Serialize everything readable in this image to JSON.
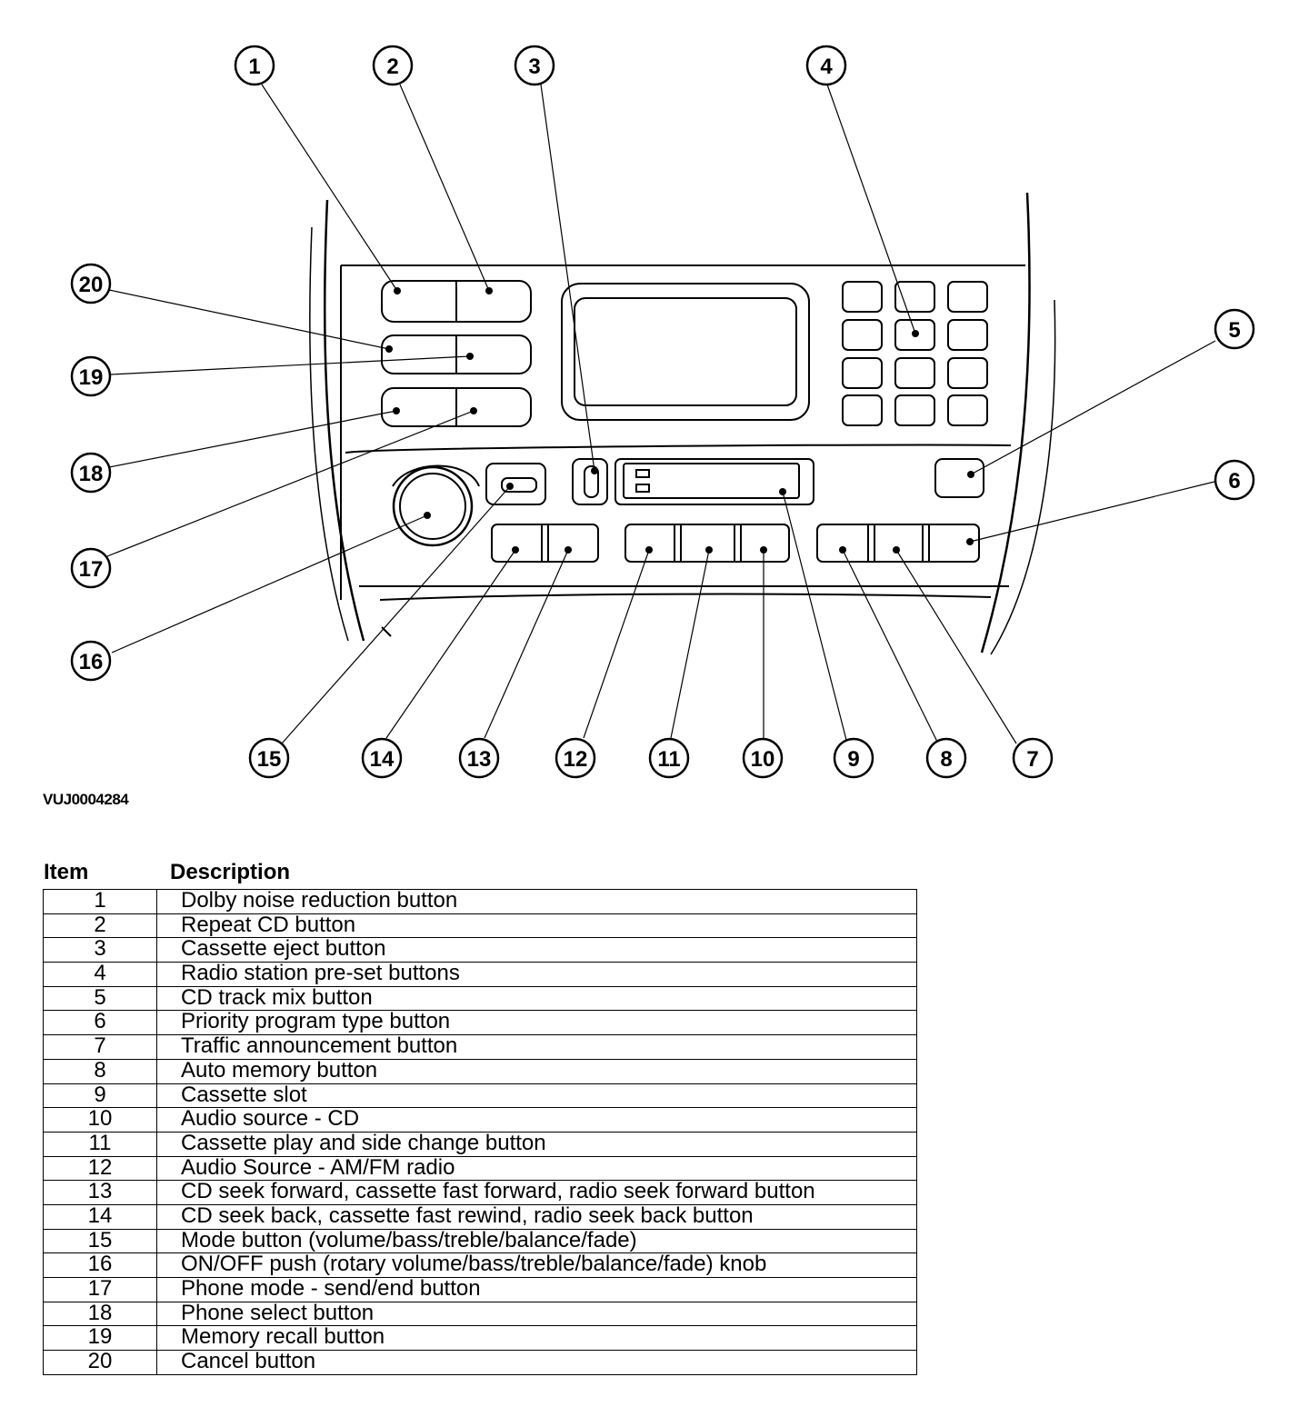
{
  "reference_code": "VUJ0004284",
  "legend": {
    "item_header": "Item",
    "description_header": "Description",
    "rows": [
      {
        "item": "1",
        "description": "Dolby noise reduction button"
      },
      {
        "item": "2",
        "description": "Repeat CD button"
      },
      {
        "item": "3",
        "description": "Cassette eject button"
      },
      {
        "item": "4",
        "description": "Radio station pre-set buttons"
      },
      {
        "item": "5",
        "description": "CD track mix button"
      },
      {
        "item": "6",
        "description": "Priority program type button"
      },
      {
        "item": "7",
        "description": "Traffic announcement button"
      },
      {
        "item": "8",
        "description": "Auto memory button"
      },
      {
        "item": "9",
        "description": "Cassette slot"
      },
      {
        "item": "10",
        "description": "Audio source - CD"
      },
      {
        "item": "11",
        "description": "Cassette play and side change button"
      },
      {
        "item": "12",
        "description": "Audio Source - AM/FM radio"
      },
      {
        "item": "13",
        "description": "CD seek forward, cassette fast forward, radio seek forward button"
      },
      {
        "item": "14",
        "description": "CD seek back, cassette fast rewind, radio seek back button"
      },
      {
        "item": "15",
        "description": "Mode button (volume/bass/treble/balance/fade)"
      },
      {
        "item": "16",
        "description": "ON/OFF push (rotary volume/bass/treble/balance/fade) knob"
      },
      {
        "item": "17",
        "description": "Phone mode - send/end button"
      },
      {
        "item": "18",
        "description": "Phone select button"
      },
      {
        "item": "19",
        "description": "Memory recall button"
      },
      {
        "item": "20",
        "description": "Cancel button"
      }
    ]
  }
}
